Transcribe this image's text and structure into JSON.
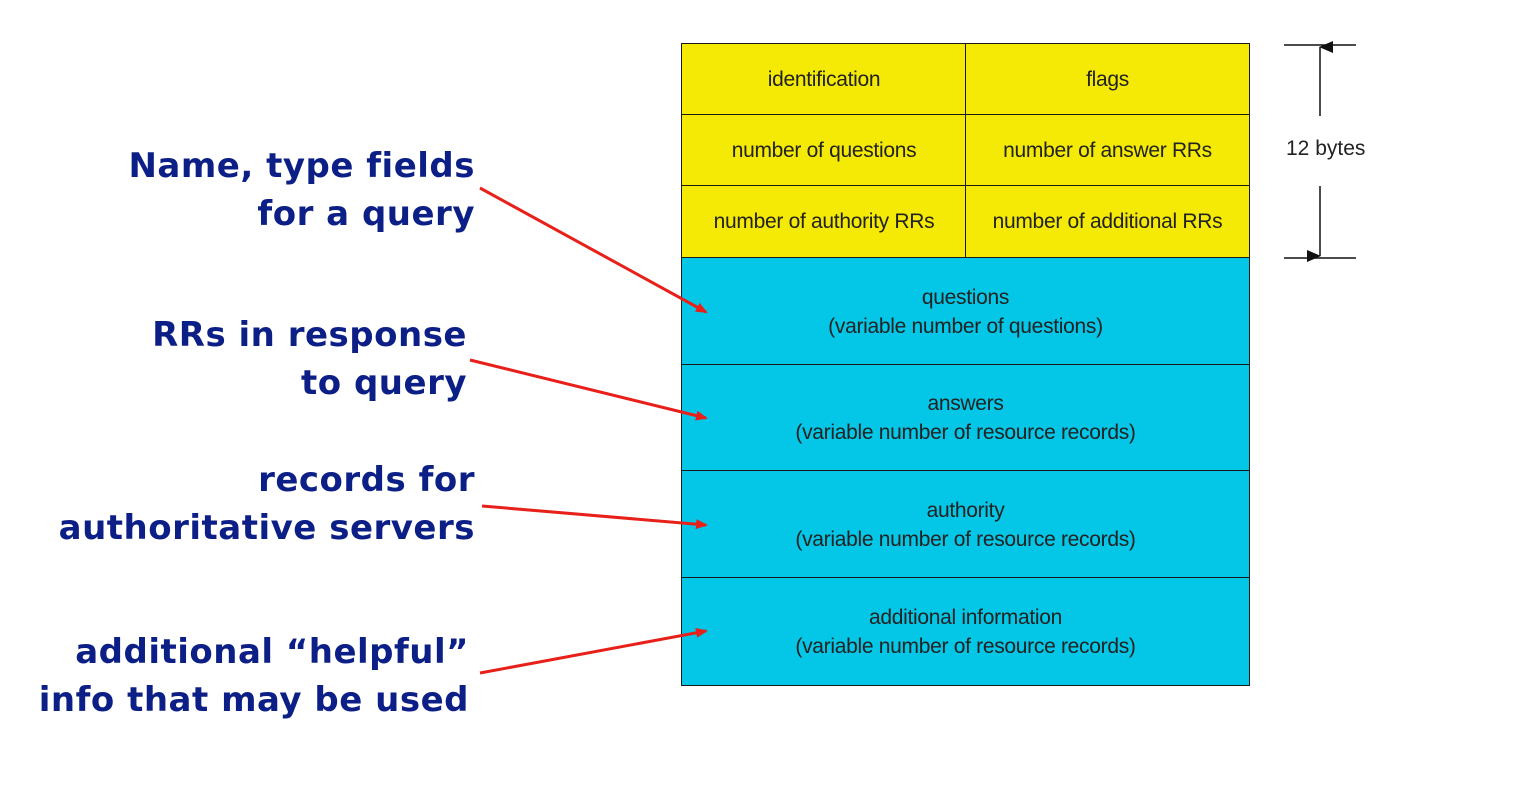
{
  "header": {
    "identification": "identification",
    "flags": "flags",
    "num_questions": "number of questions",
    "num_answer_rrs": "number of answer RRs",
    "num_authority_rrs": "number of authority RRs",
    "num_additional_rrs": "number of additional RRs"
  },
  "sections": {
    "questions": {
      "title": "questions",
      "detail": "(variable number of questions)"
    },
    "answers": {
      "title": "answers",
      "detail": "(variable number of resource records)"
    },
    "authority": {
      "title": "authority",
      "detail": "(variable number of resource  records)"
    },
    "additional": {
      "title": "additional information",
      "detail": "(variable number of resource records)"
    }
  },
  "size_label": "12 bytes",
  "annotations": {
    "questions": [
      "Name, type fields",
      "for a query"
    ],
    "answers": [
      "RRs in response",
      "to query"
    ],
    "authority": [
      "records for",
      "authoritative servers"
    ],
    "additional": [
      "additional “helpful”",
      "info that may be used"
    ]
  },
  "colors": {
    "header_fill": "#f5ea06",
    "section_fill": "#04c6e6",
    "annotation_text": "#0c1f86",
    "arrow": "#e8201a"
  }
}
